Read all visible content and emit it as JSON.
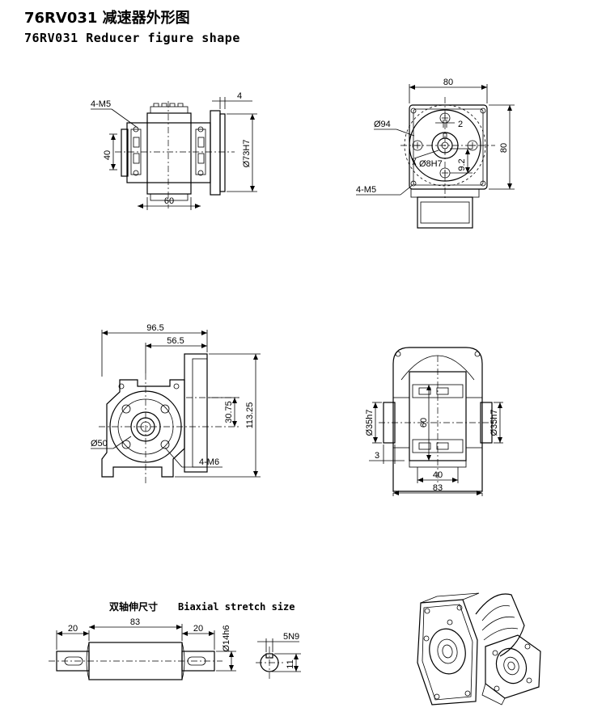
{
  "title_cn": "76RV031 减速器外形图",
  "title_en": "76RV031 Reducer figure shape",
  "biaxial_caption_cn": "双轴伸尺寸",
  "biaxial_caption_en": "Biaxial stretch size",
  "dims": {
    "top_left": {
      "thread": "4-M5",
      "height": "40",
      "width": "60",
      "flange": "4",
      "bore": "Ø73H7"
    },
    "top_right": {
      "width": "80",
      "height": "80",
      "circle": "Ø94",
      "offset": "2",
      "bore": "Ø8H7",
      "key": "9.2",
      "thread": "4-M5"
    },
    "mid_left": {
      "overall": "96.5",
      "inner": "56.5",
      "small_h": "30.75",
      "large_h": "113.25",
      "diam": "Ø50",
      "thread": "4-M6"
    },
    "mid_right": {
      "shaft_l": "Ø35h7",
      "shaft_r": "Ø35h7",
      "center": "60",
      "offset": "3",
      "width": "40",
      "overall": "83"
    },
    "bottom": {
      "left_ext": "20",
      "body": "83",
      "right_ext": "20",
      "shaft": "Ø14h6",
      "key_w": "5N9",
      "key_h": "11"
    }
  }
}
